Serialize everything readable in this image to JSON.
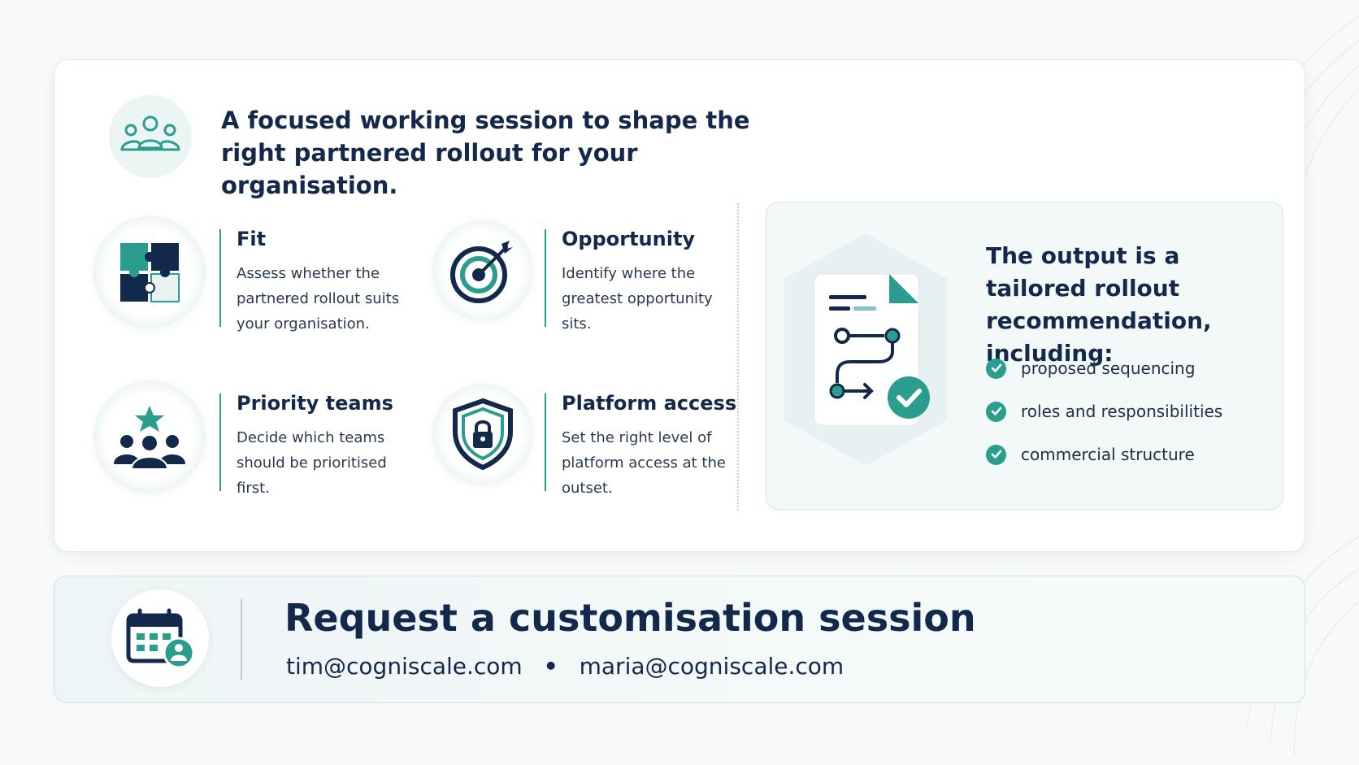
{
  "header": {
    "headline": "A focused working session to shape the right partnered rollout for your organisation.",
    "icon": "people-group-icon"
  },
  "features": [
    {
      "title": "Fit",
      "description": "Assess whether the partnered rollout suits your organisation.",
      "icon": "puzzle-icon"
    },
    {
      "title": "Opportunity",
      "description": "Identify where the greatest opportunity sits.",
      "icon": "target-icon"
    },
    {
      "title": "Priority teams",
      "description": "Decide which teams should be prioritised first.",
      "icon": "team-star-icon"
    },
    {
      "title": "Platform access",
      "description": "Set the right level of platform access at the outset.",
      "icon": "shield-lock-icon"
    }
  ],
  "output": {
    "title": "The output is a tailored rollout recommendation, including:",
    "icon": "document-roadmap-icon",
    "items": [
      "proposed sequencing",
      "roles and responsibilities",
      "commercial structure"
    ]
  },
  "cta": {
    "title": "Request a customisation session",
    "separator": "•",
    "contacts": [
      "tim@cogniscale.com",
      "maria@cogniscale.com"
    ],
    "icon": "calendar-user-icon"
  },
  "colors": {
    "navy": "#13294b",
    "teal": "#2a9d8f",
    "light_teal": "#eaf5f4",
    "background": "#f7f9fa"
  }
}
